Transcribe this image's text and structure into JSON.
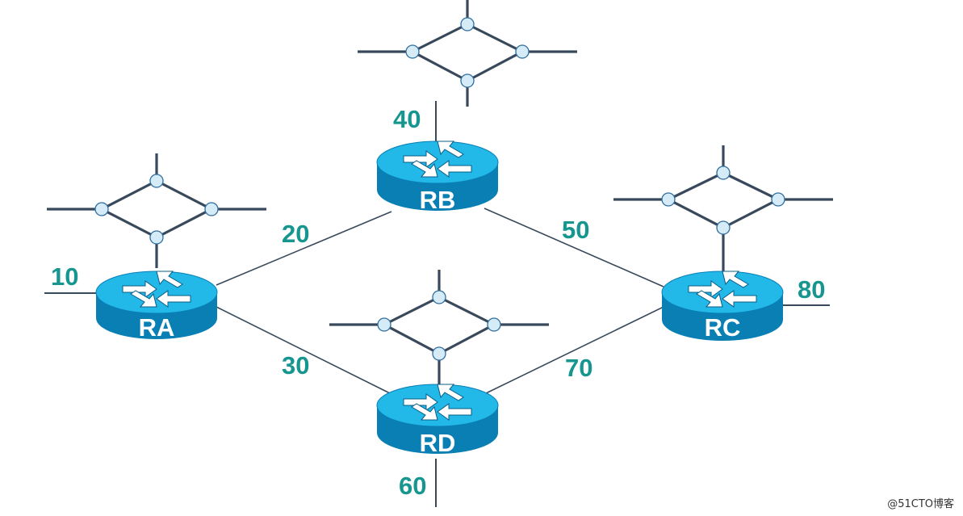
{
  "colors": {
    "line": "#39495c",
    "label": "#16968f",
    "router_top": "#22b8e8",
    "router_side": "#0a7fb4",
    "node_fill": "#d5ecf8",
    "node_stroke": "#2f6d9e"
  },
  "routers": {
    "ra": {
      "name": "RA"
    },
    "rb": {
      "name": "RB"
    },
    "rc": {
      "name": "RC"
    },
    "rd": {
      "name": "RD"
    }
  },
  "network_labels": {
    "ra_stub": "10",
    "ra_rb": "20",
    "ra_rd": "30",
    "rb_stub": "40",
    "rb_rc": "50",
    "rd_stub": "60",
    "rd_rc": "70",
    "rc_stub": "80"
  },
  "watermark": "@51CTO博客"
}
